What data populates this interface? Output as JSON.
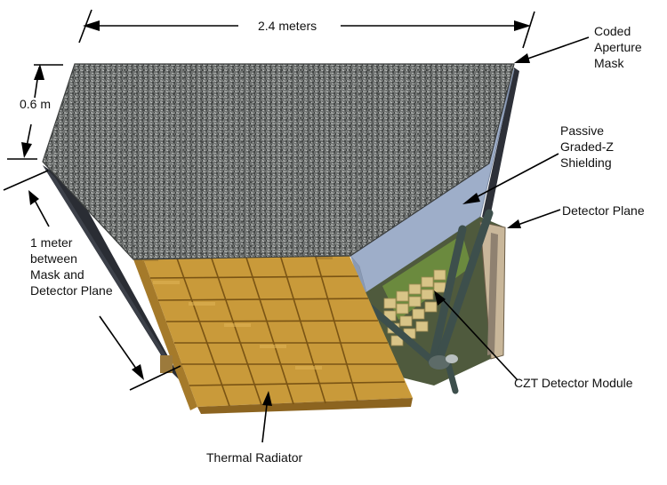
{
  "labels": {
    "width": "2.4 meters",
    "height": "0.6 m",
    "separation_line1": "1 meter",
    "separation_line2": "between",
    "separation_line3": "Mask and",
    "separation_line4": "Detector Plane",
    "mask_line1": "Coded",
    "mask_line2": "Aperture",
    "mask_line3": "Mask",
    "shield_line1": "Passive",
    "shield_line2": "Graded-Z",
    "shield_line3": "Shielding",
    "detector_plane": "Detector Plane",
    "czt_module": "CZT Detector Module",
    "radiator": "Thermal Radiator"
  },
  "colors": {
    "mask": "#6e7170",
    "shield": "#9eaec9",
    "radiator": "#c99a3a",
    "radiator_line": "#7a5414",
    "hull_dark": "#2a2d34",
    "detector_tile": "#d8c487",
    "strut": "#3d4f4c"
  }
}
